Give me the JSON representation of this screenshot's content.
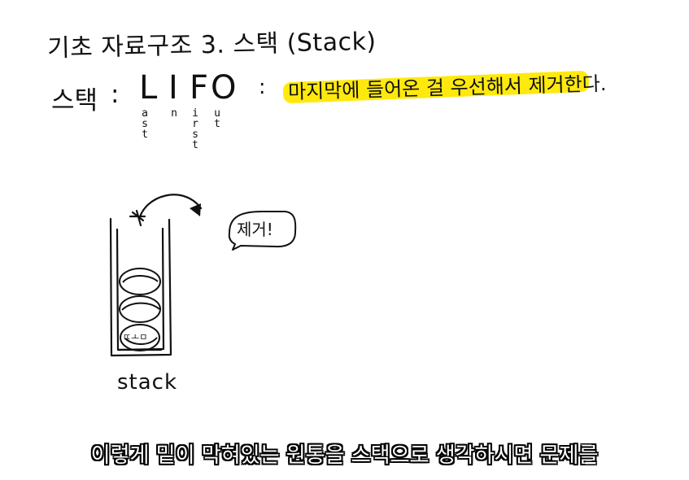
{
  "notes": {
    "title": "기초 자료구조 3. 스택 (Stack)",
    "stack_label": "스택",
    "colon": ":",
    "lifo": [
      "L",
      "I",
      "F",
      "O"
    ],
    "lifo_words": [
      "ast",
      "n",
      "irst",
      "ut"
    ],
    "meaning": "마지막에 들어온 걸 우선해서 제거한다.",
    "bubble_text": "제거!",
    "bottom_item_text": "ㄸㅗㅁ",
    "stack_caption": "stack"
  },
  "subtitle": {
    "text": "이렇게 밑이 막혀있는 원통을 스택으로 생각하시면 문제를"
  },
  "colors": {
    "background": "#ffffff",
    "ink": "#111111",
    "highlight": "#ffe800",
    "subtitle_text": "#ffffff",
    "subtitle_outline": "#000000"
  },
  "icons": {
    "arrow": "curved-arrow-icon",
    "speech_bubble": "speech-bubble-icon",
    "stack_container": "stack-tube-icon"
  }
}
